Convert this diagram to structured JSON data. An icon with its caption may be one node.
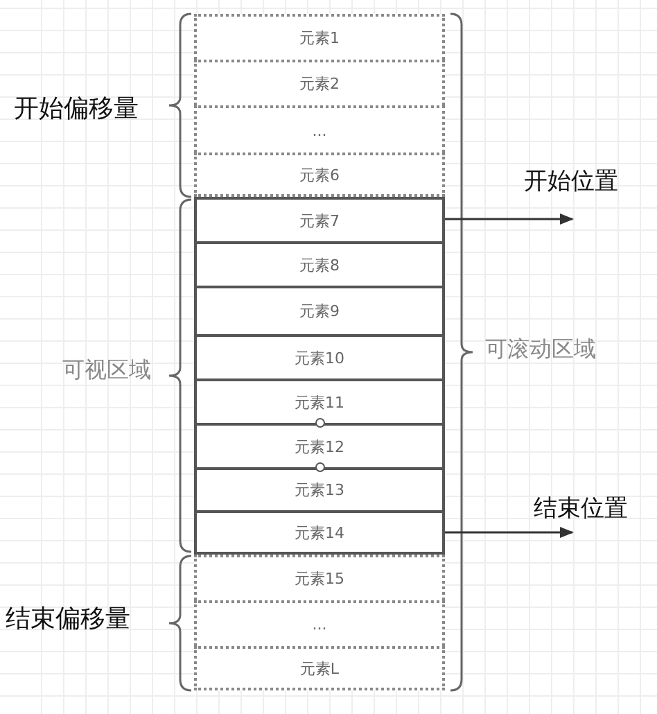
{
  "diagram": {
    "nodes": [
      {
        "text": [
          "元素1"
        ]
      },
      {
        "text": [
          "元素2"
        ]
      },
      {
        "text": [
          "..."
        ]
      },
      {
        "text": [
          "元素6"
        ]
      },
      {
        "text": [
          "元素7"
        ]
      },
      {
        "text": [
          "元素8"
        ]
      },
      {
        "text": [
          "元素9"
        ]
      },
      {
        "text": [
          "元素10"
        ]
      },
      {
        "text": [
          "元素11"
        ]
      },
      {
        "text": [
          "元素12"
        ]
      },
      {
        "text": [
          "元素13"
        ]
      },
      {
        "text": [
          "元素14"
        ]
      },
      {
        "text": [
          "元素15"
        ]
      },
      {
        "text": [
          "..."
        ]
      },
      {
        "text": [
          "元素L"
        ]
      },
      {
        "text": [
          "开始位置"
        ]
      },
      {
        "text": [
          "结束位置"
        ]
      }
    ],
    "edges": [
      {
        "from": 4,
        "to": 15,
        "arrow": "to"
      },
      {
        "from": 11,
        "to": 16,
        "arrow": "to"
      }
    ],
    "labels": [
      "开始偏移量",
      "可滚动区域",
      "可视区域",
      "结束偏移量"
    ]
  }
}
